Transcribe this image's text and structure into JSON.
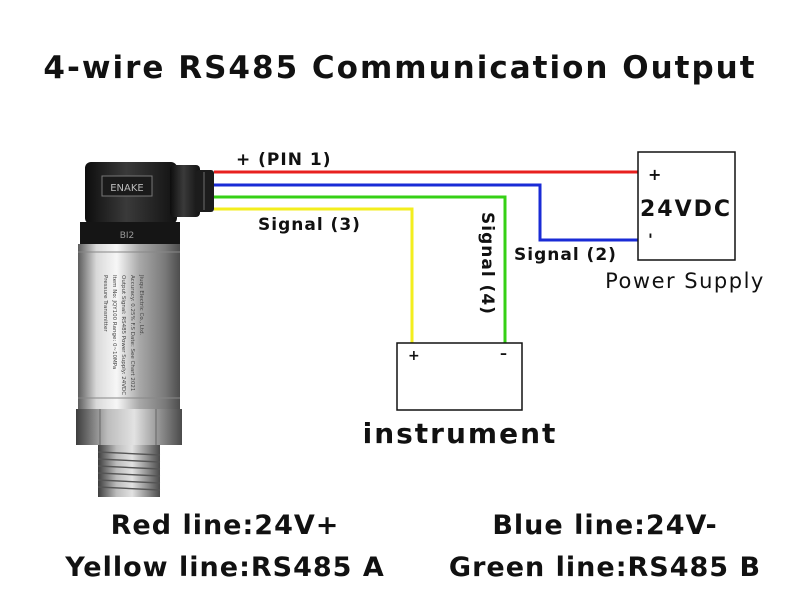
{
  "title": "4-wire RS485 Communication Output",
  "wires": {
    "red_label": "+ (PIN 1)",
    "signal3_label": "Signal (3)",
    "signal4_label": "Signal (4)",
    "signal2_label": "Signal (2)"
  },
  "power_supply": {
    "plus": "+",
    "voltage": "24VDC",
    "minus": "'",
    "caption": "Power Supply"
  },
  "instrument": {
    "plus": "+",
    "minus": "–",
    "caption": "instrument"
  },
  "sensor": {
    "connector_badge": "ENAKE",
    "rating_code": "BI2",
    "label_lines": [
      "Pressure Transmitter",
      "Item No: JQY100   Range: 0~10MPa",
      "Output Signal: RS485  Power Supply: 24VDC",
      "Accuracy: 0.25% F.S  Date: See Chart 2021",
      "Jiuqu Electric Co., Ltd."
    ]
  },
  "legend": {
    "red": "Red line:24V+",
    "yellow": "Yellow line:RS485 A",
    "blue": "Blue line:24V-",
    "green": "Green line:RS485 B"
  },
  "colors": {
    "red_wire": "#e8201f",
    "blue_wire": "#1a2bd6",
    "green_wire": "#35d016",
    "yellow_wire": "#f3ee1e"
  }
}
